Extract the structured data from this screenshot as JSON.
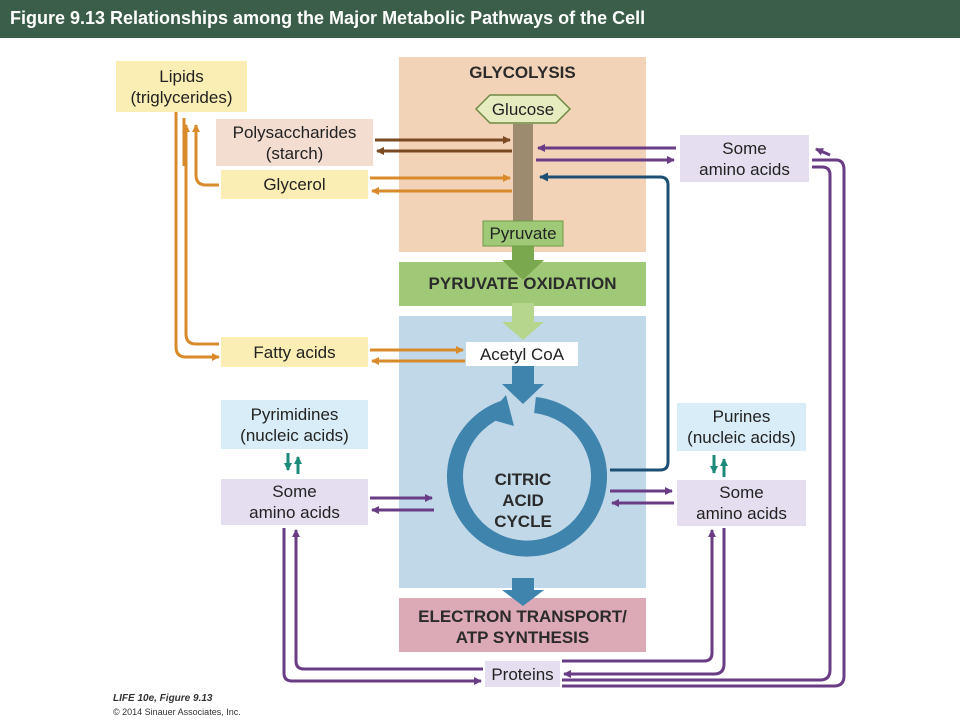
{
  "header": {
    "title": "Figure 9.13  Relationships among the Major Metabolic Pathways of the Cell"
  },
  "panels": {
    "glycolysis": "GLYCOLYSIS",
    "pyruvate_oxidation": "PYRUVATE OXIDATION",
    "citric_acid_cycle": [
      "CITRIC",
      "ACID",
      "CYCLE"
    ],
    "electron_transport": [
      "ELECTRON TRANSPORT/",
      "ATP SYNTHESIS"
    ]
  },
  "nodes": {
    "glucose": "Glucose",
    "pyruvate": "Pyruvate",
    "acetyl_coa": "Acetyl CoA",
    "lipids": [
      "Lipids",
      "(triglycerides)"
    ],
    "polysaccharides": [
      "Polysaccharides",
      "(starch)"
    ],
    "glycerol": "Glycerol",
    "fatty_acids": "Fatty acids",
    "some_amino_acids_top": [
      "Some",
      "amino acids"
    ],
    "pyrimidines": [
      "Pyrimidines",
      "(nucleic acids)"
    ],
    "some_amino_acids_left": [
      "Some",
      "amino acids"
    ],
    "purines": [
      "Purines",
      "(nucleic acids)"
    ],
    "some_amino_acids_right": [
      "Some",
      "amino acids"
    ],
    "proteins": "Proteins"
  },
  "footer": {
    "source": "LIFE 10e, Figure 9.13",
    "copyright": "© 2014 Sinauer Associates, Inc."
  },
  "colors": {
    "header_bg": "#3b5e4a",
    "glycolysis_bg": "#f2d3b8",
    "pyruvate_oxidation_bg": "#9fc977",
    "citric_bg": "#c0d8e8",
    "electron_bg": "#dca9b6",
    "lipid_box": "#fbeeb4",
    "carb_box": "#f3ddd0",
    "amino_box": "#e5def0",
    "nucleic_box": "#d9edf8",
    "lipid_arrow": "#d98b2b",
    "carb_arrow": "#7a4a23",
    "amino_arrow": "#6a3c86",
    "cycle_blue": "#3f84ad",
    "teal_arrow": "#1c8a7a",
    "dark_blue_arrow": "#1c4f73"
  }
}
